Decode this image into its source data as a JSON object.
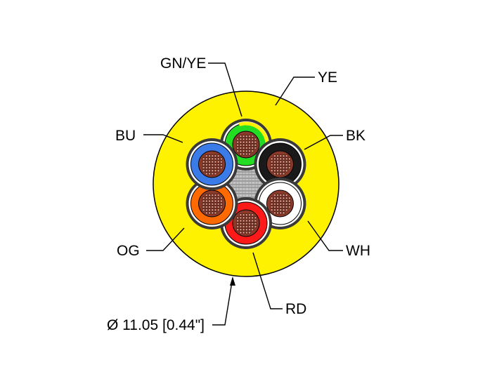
{
  "cable": {
    "jacket": {
      "label": "YE",
      "color": "#FFF200"
    },
    "cores": [
      {
        "id": "gnye",
        "label": "GN/YE",
        "color": "#22DD22",
        "stripe": "#FFF200"
      },
      {
        "id": "bk",
        "label": "BK",
        "color": "#1A1A1A"
      },
      {
        "id": "wh",
        "label": "WH",
        "color": "#FFFFFF"
      },
      {
        "id": "rd",
        "label": "RD",
        "color": "#FF1A1A"
      },
      {
        "id": "og",
        "label": "OG",
        "color": "#FF6A00"
      },
      {
        "id": "bu",
        "label": "BU",
        "color": "#3A7BE8"
      }
    ],
    "conductor_color": "#8B3A2A",
    "filler_color": "#B8B8B8",
    "diameter": "Ø 11.05 [0.44\"]"
  }
}
